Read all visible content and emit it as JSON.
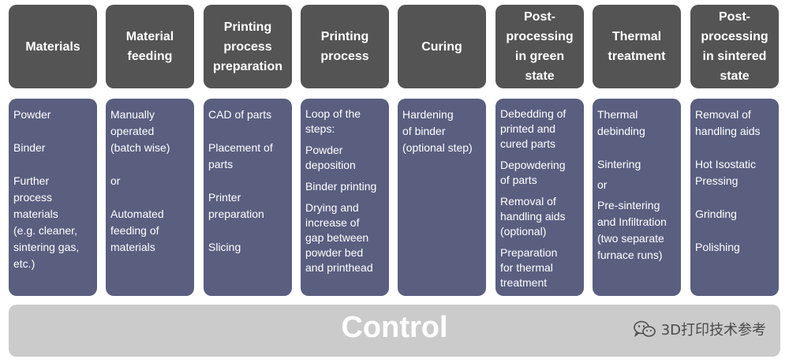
{
  "columns": [
    {
      "header": [
        "Materials"
      ],
      "items": [
        [
          "Powder"
        ],
        [
          "Binder"
        ],
        [
          "Further",
          "process",
          "materials",
          "(e.g. cleaner,",
          "sintering gas,",
          "etc.)"
        ]
      ]
    },
    {
      "header": [
        "Material",
        "feeding"
      ],
      "items": [
        [
          "Manually",
          "operated",
          "(batch wise)"
        ],
        [
          "or"
        ],
        [
          "Automated",
          "feeding of",
          "materials"
        ]
      ]
    },
    {
      "header": [
        "Printing",
        "process",
        "preparation"
      ],
      "items": [
        [
          "CAD of parts"
        ],
        [
          "Placement of",
          "parts"
        ],
        [
          "Printer",
          "preparation"
        ],
        [
          "Slicing"
        ]
      ]
    },
    {
      "header": [
        "Printing",
        "process"
      ],
      "items": [
        [
          "Loop of the",
          "steps:"
        ],
        [
          "Powder",
          "deposition"
        ],
        [
          "Binder printing"
        ],
        [
          "Drying and",
          "increase of",
          "gap between",
          "powder bed",
          "and printhead"
        ]
      ]
    },
    {
      "header": [
        "Curing"
      ],
      "items": [
        [
          "Hardening",
          "of binder",
          "(optional step)"
        ]
      ]
    },
    {
      "header": [
        "Post-",
        "processing",
        "in green",
        "state"
      ],
      "items": [
        [
          "Debedding of",
          "printed and",
          "cured parts"
        ],
        [
          "Depowdering",
          "of parts"
        ],
        [
          "Removal of",
          "handling aids",
          "(optional)"
        ],
        [
          "Preparation",
          "for thermal",
          "treatment"
        ]
      ]
    },
    {
      "header": [
        "Thermal",
        "treatment"
      ],
      "items": [
        [
          "Thermal",
          "debinding"
        ],
        [
          "Sintering"
        ],
        [
          "or"
        ],
        [
          "Pre-sintering",
          "and Infiltration",
          "(two separate",
          "furnace runs)"
        ]
      ]
    },
    {
      "header": [
        "Post-",
        "processing",
        "in sintered",
        "state"
      ],
      "items": [
        [
          "Removal of",
          "handling aids"
        ],
        [
          "Hot Isostatic",
          "Pressing"
        ],
        [
          "Grinding"
        ],
        [
          "Polishing"
        ]
      ]
    }
  ],
  "control": {
    "label": "Control"
  },
  "watermark": {
    "text": "3D打印技术参考",
    "icon": "wechat-icon"
  },
  "colors": {
    "header_bg": "#545454",
    "body_bg": "#5a5f80",
    "control_bg": "#cbcbcb"
  }
}
